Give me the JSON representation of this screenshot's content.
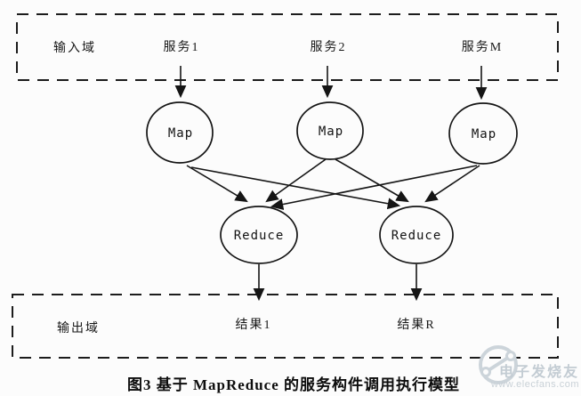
{
  "figure": {
    "caption": "图3  基于 MapReduce 的服务构件调用执行模型"
  },
  "input_domain": {
    "label": "输入域",
    "services": [
      "服务1",
      "服务2",
      "服务M"
    ]
  },
  "map_layer": {
    "nodes": [
      "Map",
      "Map",
      "Map"
    ]
  },
  "reduce_layer": {
    "nodes": [
      "Reduce",
      "Reduce"
    ]
  },
  "output_domain": {
    "label": "输出域",
    "results": [
      "结果1",
      "结果R"
    ]
  },
  "watermark": {
    "brand": "电子发烧友",
    "url": "www.elecfans.com"
  },
  "colors": {
    "ink": "#151515",
    "paper": "#fcfcfc",
    "watermark": "#c3ccd3"
  }
}
